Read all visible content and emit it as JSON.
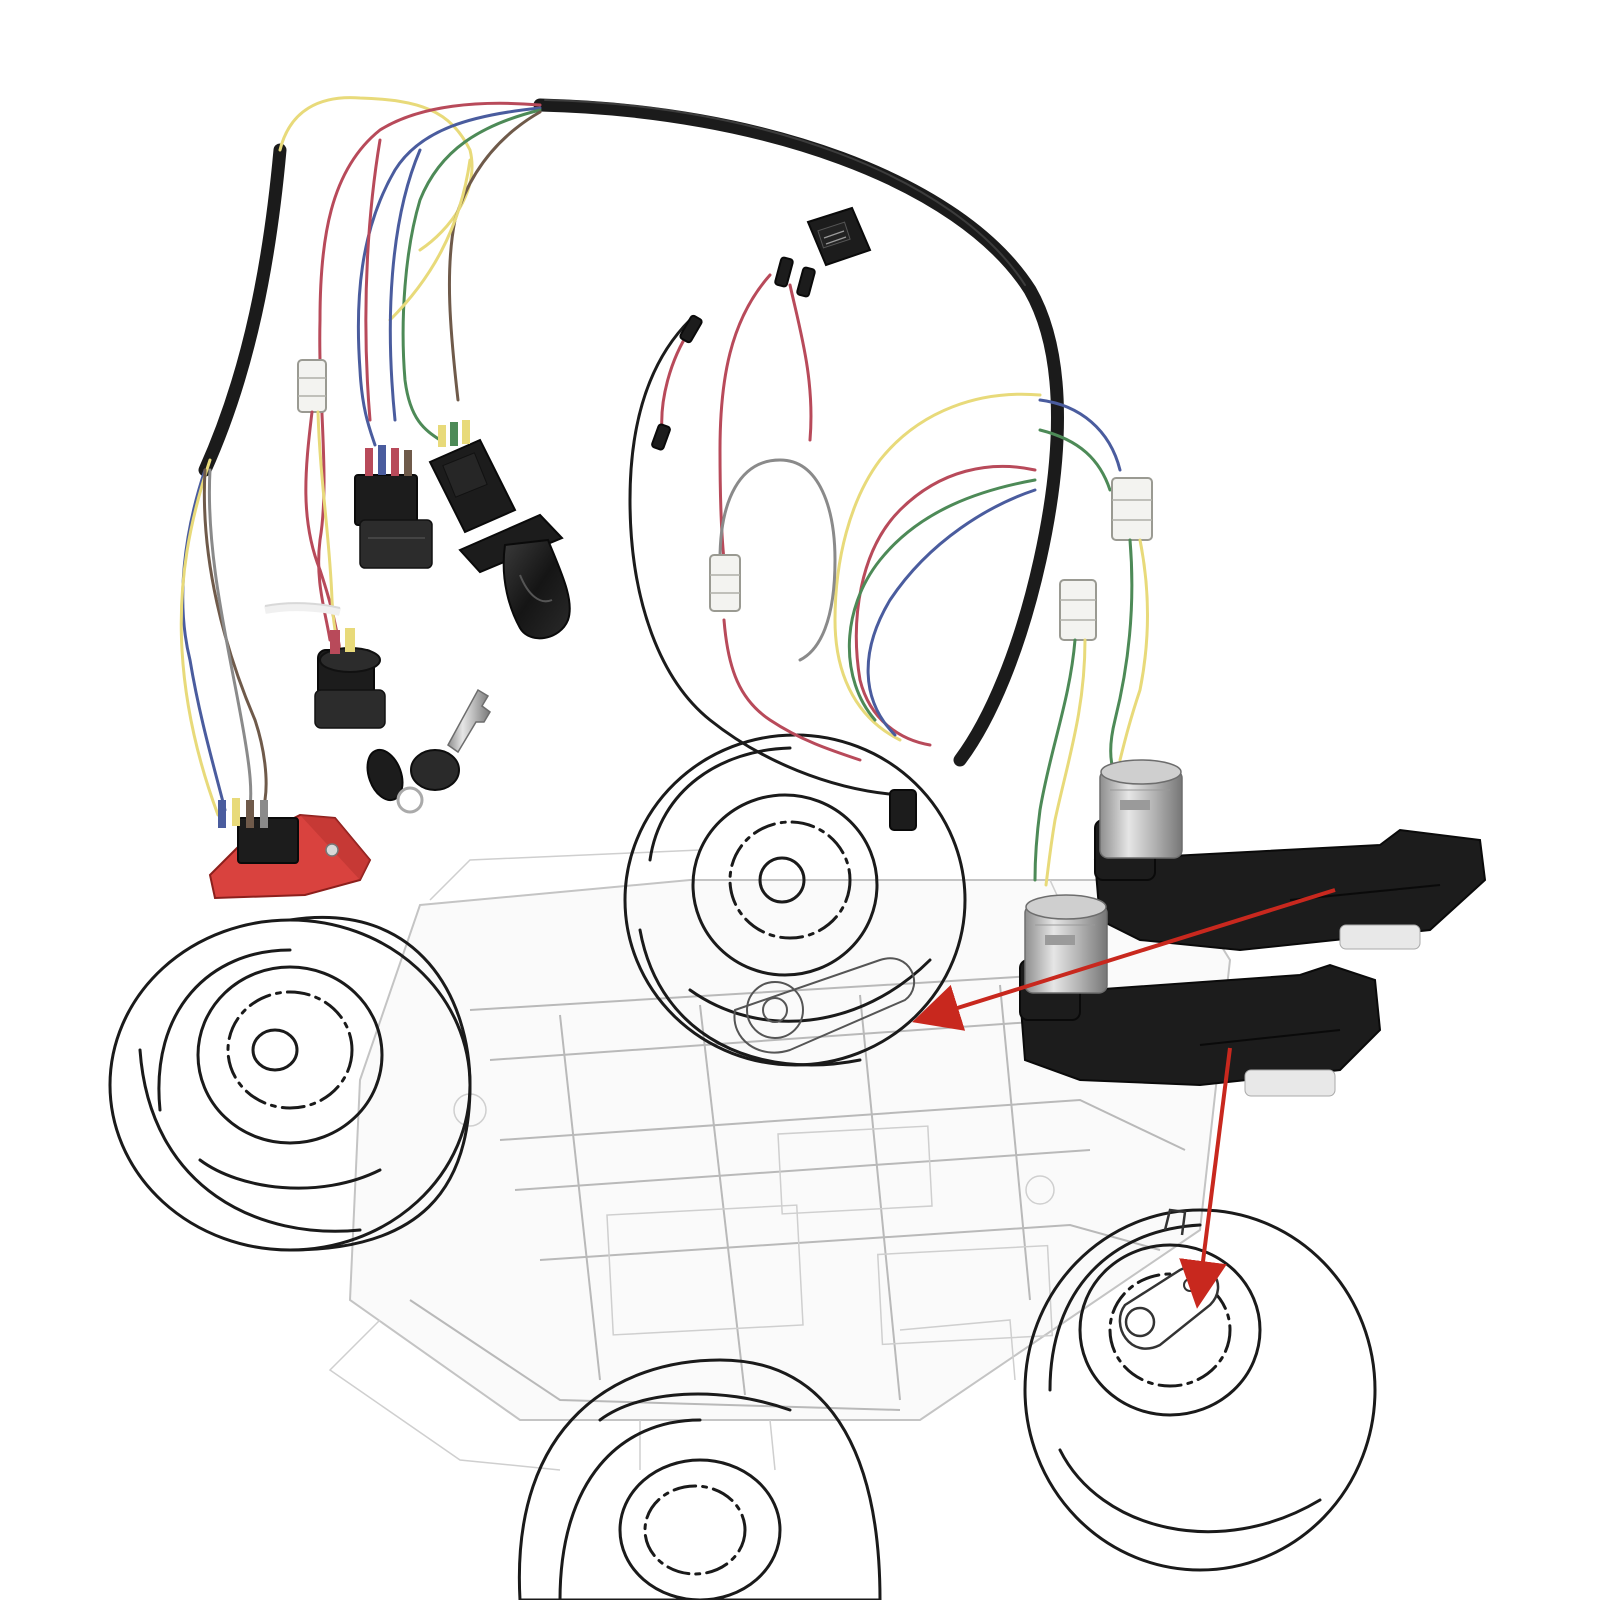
{
  "figure": {
    "visible_text": [],
    "colors": {
      "sheath": "#1b1b1b",
      "wire_red": "#b84a5a",
      "wire_yellow": "#e8da7a",
      "wire_blue": "#4a5c9e",
      "wire_green": "#4d8a57",
      "wire_brown": "#6f5a4a",
      "wire_gray": "#8a8a8a",
      "switch_red": "#d9423e",
      "arrow_red": "#c8281e",
      "outline": "#1a1a1a",
      "frame": "#b9b9b9"
    },
    "components": [
      {
        "id": "wiring-harness",
        "icon": "wire-bundle-icon"
      },
      {
        "id": "pedal-switch",
        "icon": "foot-pedal-icon"
      },
      {
        "id": "ignition-switch",
        "icon": "key-switch-icon"
      },
      {
        "id": "forward-reverse-switch",
        "icon": "rocker-switch-icon"
      },
      {
        "id": "speed-switch",
        "icon": "rocker-switch-icon"
      },
      {
        "id": "gear-shifter",
        "icon": "shift-knob-icon"
      },
      {
        "id": "remote-receiver",
        "icon": "receiver-module-icon"
      },
      {
        "id": "gearbox-motor-upper",
        "icon": "gearbox-motor-icon"
      },
      {
        "id": "gearbox-motor-lower",
        "icon": "gearbox-motor-icon"
      },
      {
        "id": "vehicle-chassis",
        "icon": "chassis-outline-icon"
      },
      {
        "id": "wheels",
        "icon": "wheel-icon",
        "count": 4
      }
    ],
    "arrows": [
      {
        "from": "gearbox-motor-upper",
        "to": "front-left-wheel-hub"
      },
      {
        "from": "gearbox-motor-lower",
        "to": "rear-right-wheel-hub"
      }
    ]
  }
}
